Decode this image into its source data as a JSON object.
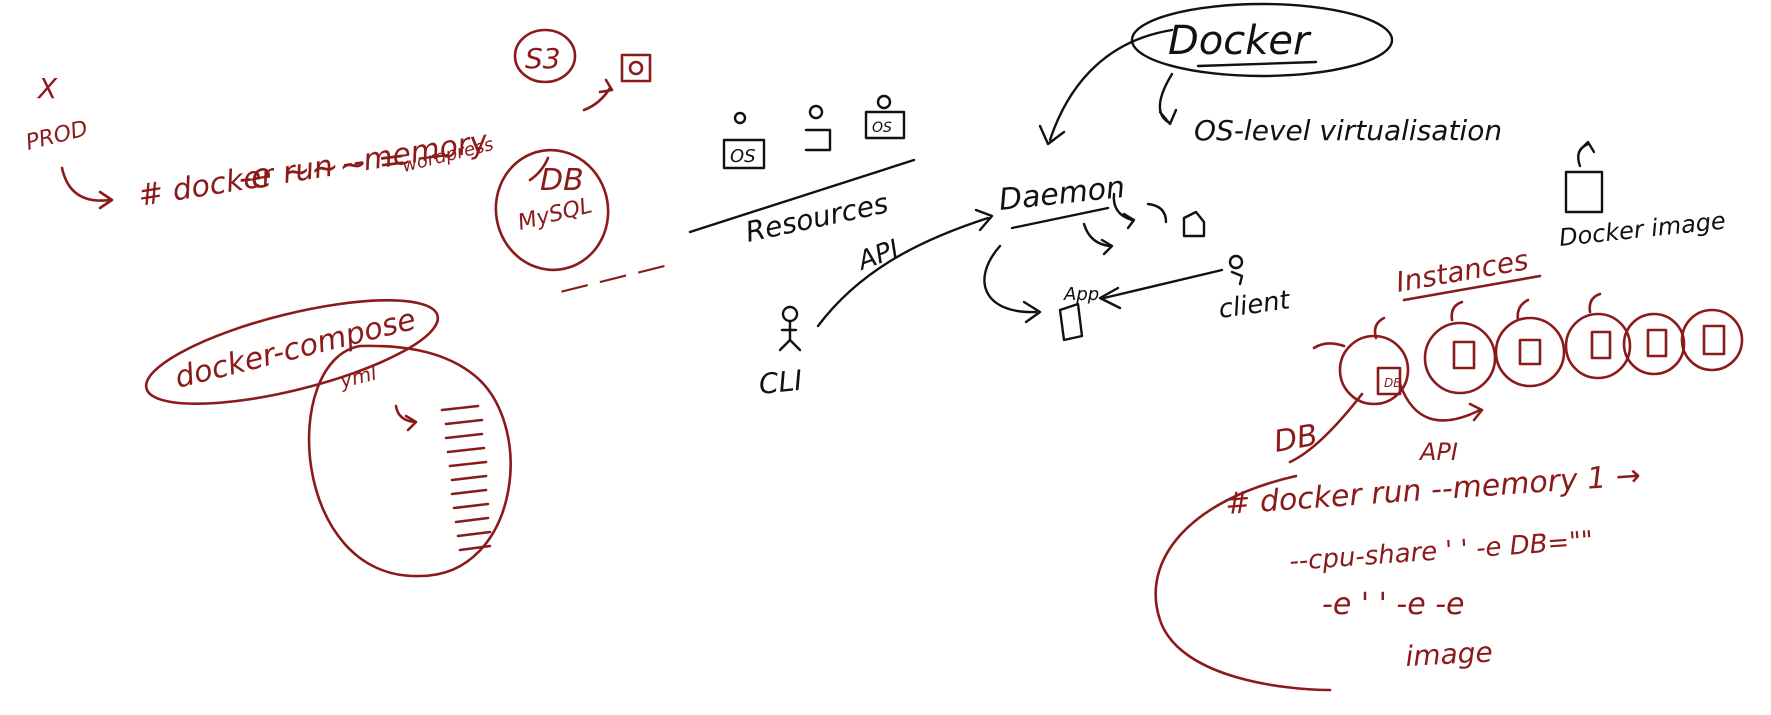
{
  "colors": {
    "ink": "#111111",
    "accent": "#8b1a1a",
    "background": "#ffffff"
  },
  "docker": {
    "title": "Docker",
    "os_level": "OS-level virtualisation",
    "daemon": "Daemon",
    "api": "API",
    "cli": "CLI",
    "app": "App",
    "client": "client",
    "resources": "Resources",
    "os_box": "OS",
    "docker_image": "Docker image"
  },
  "prod": {
    "x_mark": "X",
    "prod": "PROD",
    "run_command": "# docker run --memory",
    "s3": "S3",
    "env_flag": "-e ~~~ = —",
    "wordpress": "wordpress",
    "db": "DB",
    "mysql": "MySQL",
    "dashes": "— — —"
  },
  "compose": {
    "label": "docker-compose",
    "yml": "yml"
  },
  "instances": {
    "label": "Instances",
    "db": "DB",
    "api": "API",
    "run_line1": "# docker run --memory 1 →",
    "run_line2": "--cpu-share '  ' -e DB=\"\"",
    "run_line3": "-e '  '  -e   -e",
    "image": "image"
  }
}
